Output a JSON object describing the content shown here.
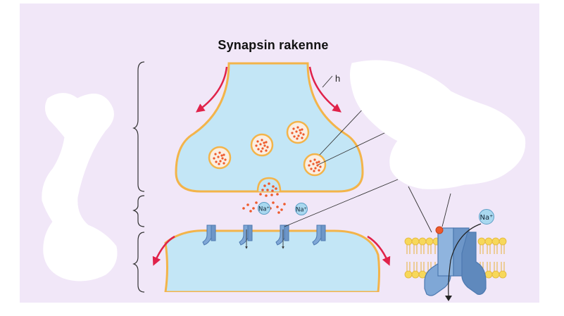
{
  "title": "Synapsin rakenne",
  "ion_label": "Na⁺",
  "partial_text_left": "h",
  "colors": {
    "background": "#f1e7f8",
    "cell_fill": "#c3e6f6",
    "cell_outline": "#f3b44a",
    "arrow": "#e0224a",
    "neurotransmitter": "#ee5a2c",
    "channel": "#7fa7d6",
    "membrane_head": "#f7d85a",
    "scribble": "#ffffff"
  },
  "icons": [
    "curly-brace-icon",
    "arrow-icon",
    "synaptic-vesicle-icon",
    "sodium-ion-icon",
    "ion-channel-icon"
  ]
}
